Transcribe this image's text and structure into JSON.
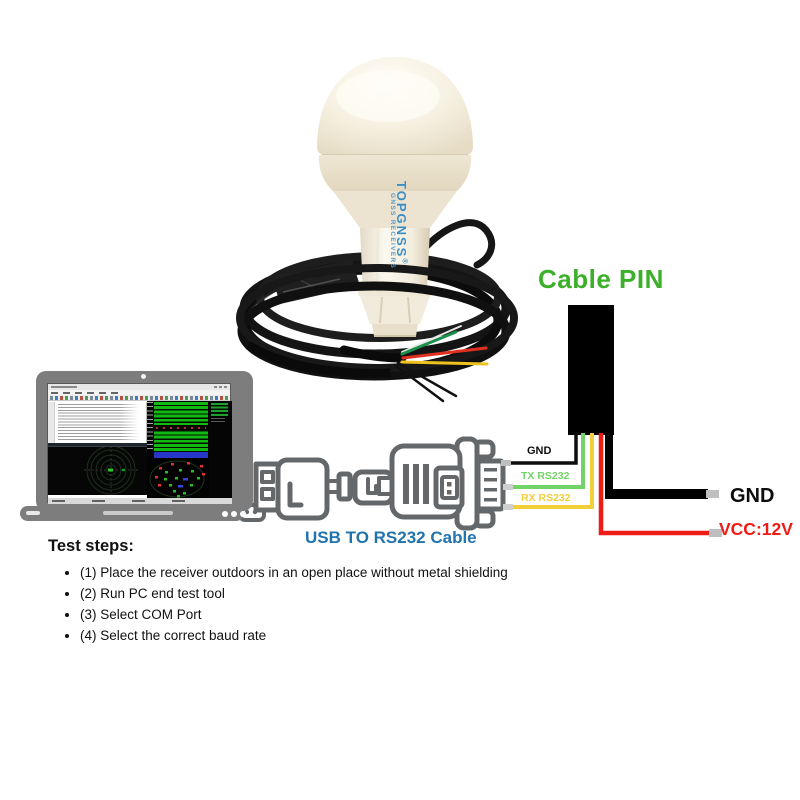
{
  "colors": {
    "title_green": "#3cb02a",
    "wire_green": "#72d368",
    "wire_yellow": "#f2ce39",
    "wire_red": "#ee1c16",
    "wire_black": "#111111",
    "lineart_gray": "#64686b",
    "caption_blue": "#2173ae",
    "brand_blue": "#3a8ec6",
    "laptop_gray": "#7d7d7d"
  },
  "antenna": {
    "brand": "TOPGNSS",
    "reg": "®",
    "subtitle": "GNSS RECEIVERS"
  },
  "cable_pin": {
    "title": "Cable PIN",
    "pins": [
      {
        "label": "GND",
        "color": "#111111"
      },
      {
        "label": "TX RS232",
        "color": "#72d368"
      },
      {
        "label": "RX RS232",
        "color": "#f2ce39"
      }
    ],
    "power_pins": [
      {
        "label": "GND",
        "color": "#111111"
      },
      {
        "label": "VCC:12V",
        "color": "#ee1c16"
      }
    ]
  },
  "usb_cable": {
    "caption": "USB TO RS232 Cable"
  },
  "test_steps": {
    "heading": "Test steps:",
    "items": [
      "(1) Place the receiver outdoors in an open place without metal shielding",
      "(2) Run PC end test tool",
      "(3) Select COM Port",
      "(4) Select the correct baud rate"
    ]
  }
}
